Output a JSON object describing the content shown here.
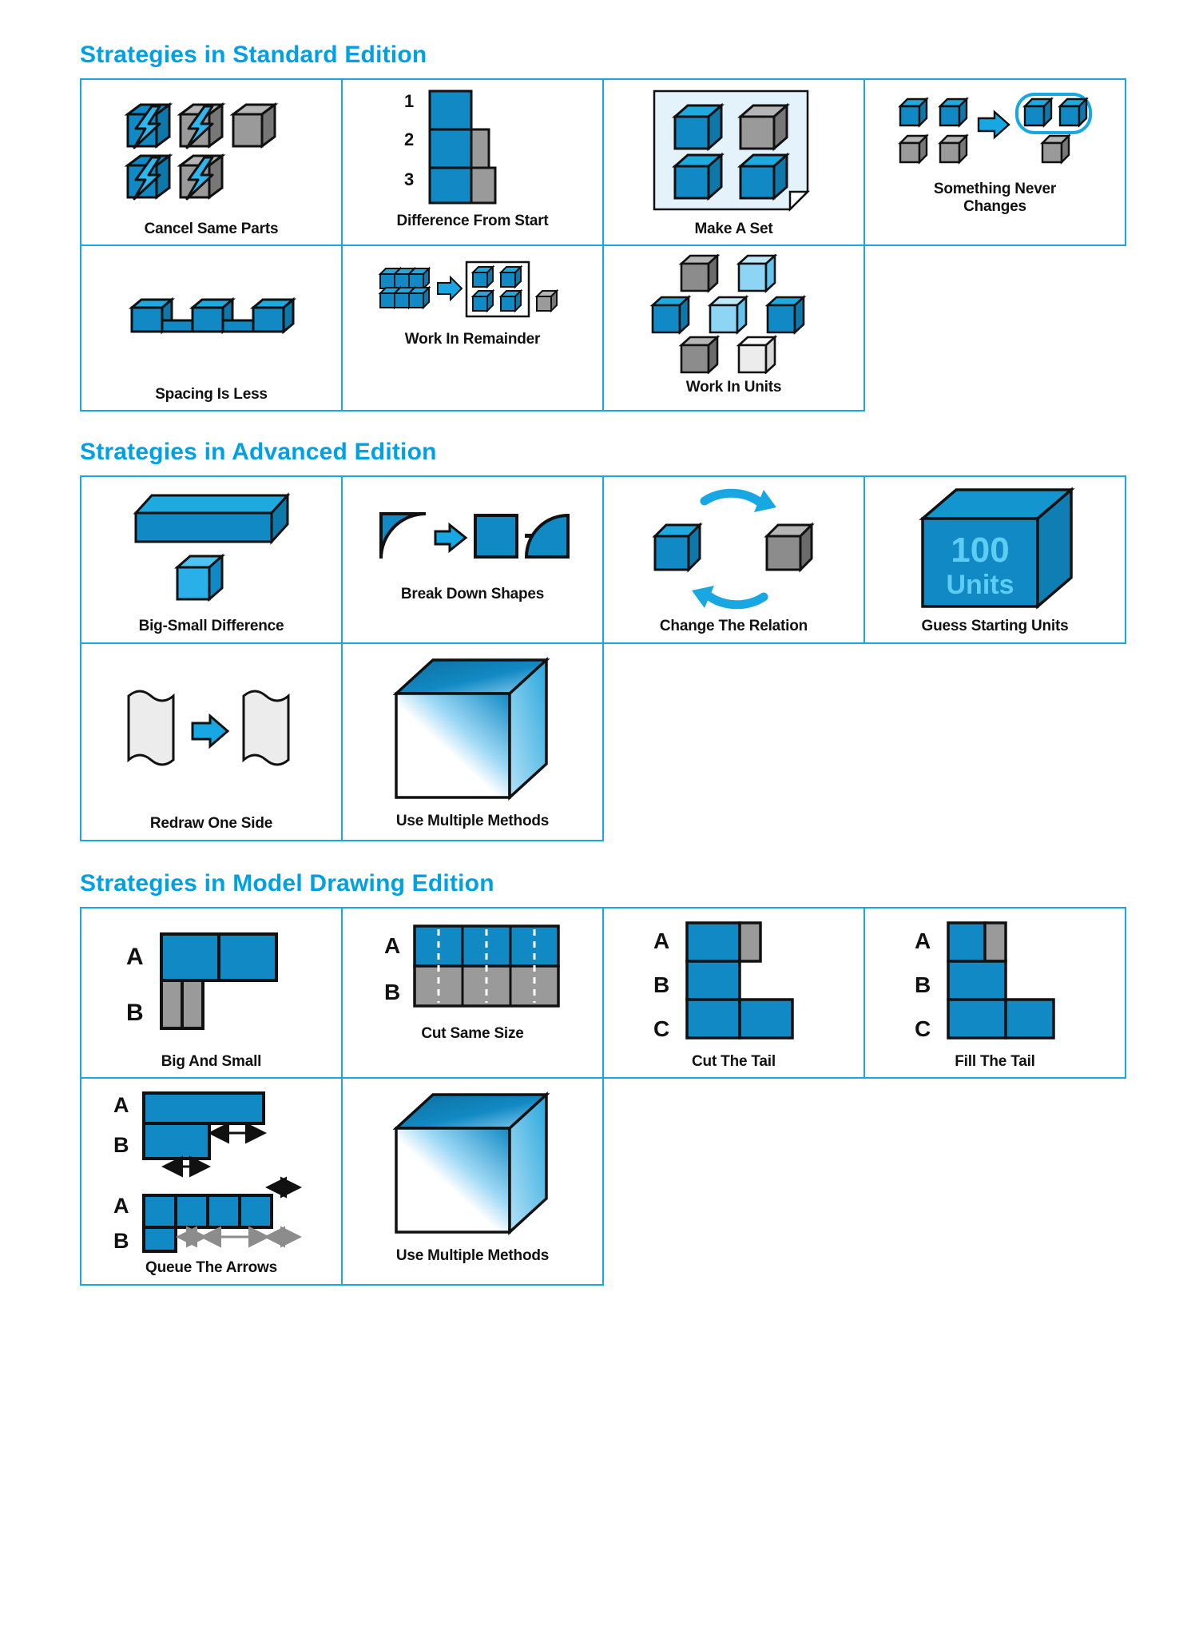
{
  "colors": {
    "accent_blue": "#17a8e3",
    "title_blue": "#00a0e4",
    "cube_blue": "#1189c4",
    "cube_blue_light": "#3fc0f0",
    "cube_gray": "#808080",
    "cube_gray_light": "#b3b3b3",
    "cube_gray_pale": "#e6e6e6",
    "outline": "#111111",
    "text": "#111111",
    "paper_tint": "#e3f2fb"
  },
  "sections": [
    {
      "id": "standard",
      "title": "Strategies in Standard Edition",
      "rows": [
        [
          {
            "id": "cancel-same-parts",
            "label": "Cancel Same Parts",
            "art": "cubes-bolts"
          },
          {
            "id": "difference-from-start",
            "label": "Difference From Start",
            "art": "stacked-bars",
            "numbers": [
              "1",
              "2",
              "3"
            ]
          },
          {
            "id": "make-a-set",
            "label": "Make A Set",
            "art": "four-cubes-page"
          },
          {
            "id": "something-never-changes",
            "label": "Something Never\nChanges",
            "art": "cubes-arrow-group"
          }
        ],
        [
          {
            "id": "spacing-is-less",
            "label": "Spacing Is Less",
            "art": "spaced-blocks"
          },
          {
            "id": "work-in-remainder",
            "label": "Work In Remainder",
            "art": "remainder-regroup"
          },
          {
            "id": "work-in-units",
            "label": "Work In Units",
            "art": "seven-cubes"
          },
          {
            "id": "blank-1",
            "label": "",
            "art": "none"
          }
        ]
      ]
    },
    {
      "id": "advanced",
      "title": "Strategies in Advanced Edition",
      "rows": [
        [
          {
            "id": "big-small-difference",
            "label": "Big-Small Difference",
            "art": "long-bar-and-cube"
          },
          {
            "id": "break-down-shapes",
            "label": "Break Down Shapes",
            "art": "shape-breakdown"
          },
          {
            "id": "change-the-relation",
            "label": "Change The Relation",
            "art": "two-cubes-rotate"
          },
          {
            "id": "guess-starting-units",
            "label": "Guess Starting Units",
            "art": "units-cube",
            "cube_text_top": "100",
            "cube_text_bottom": "Units"
          }
        ],
        [
          {
            "id": "redraw-one-side",
            "label": "Redraw One Side",
            "art": "flags-arrow"
          },
          {
            "id": "use-multiple-methods-adv",
            "label": "Use Multiple Methods",
            "art": "gradient-cube"
          },
          {
            "id": "blank-2",
            "label": "",
            "art": "none"
          },
          {
            "id": "blank-3",
            "label": "",
            "art": "none"
          }
        ]
      ]
    },
    {
      "id": "model-drawing",
      "title": "Strategies in Model Drawing Edition",
      "rows": [
        [
          {
            "id": "big-and-small",
            "label": "Big And Small",
            "art": "bars-ab-step",
            "bar_labels": [
              "A",
              "B"
            ]
          },
          {
            "id": "cut-same-size",
            "label": "Cut Same Size",
            "art": "bars-ab-dashed",
            "bar_labels": [
              "A",
              "B"
            ]
          },
          {
            "id": "cut-the-tail",
            "label": "Cut The Tail",
            "art": "bars-abc-cut",
            "bar_labels": [
              "A",
              "B",
              "C"
            ]
          },
          {
            "id": "fill-the-tail",
            "label": "Fill The Tail",
            "art": "bars-abc-fill",
            "bar_labels": [
              "A",
              "B",
              "C"
            ]
          }
        ],
        [
          {
            "id": "queue-the-arrows",
            "label": "Queue The Arrows",
            "art": "bars-arrows",
            "bar_labels": [
              "A",
              "B",
              "A",
              "B"
            ]
          },
          {
            "id": "use-multiple-methods-md",
            "label": "Use Multiple Methods",
            "art": "gradient-cube"
          },
          {
            "id": "blank-4",
            "label": "",
            "art": "none"
          },
          {
            "id": "blank-5",
            "label": "",
            "art": "none"
          }
        ]
      ]
    }
  ]
}
